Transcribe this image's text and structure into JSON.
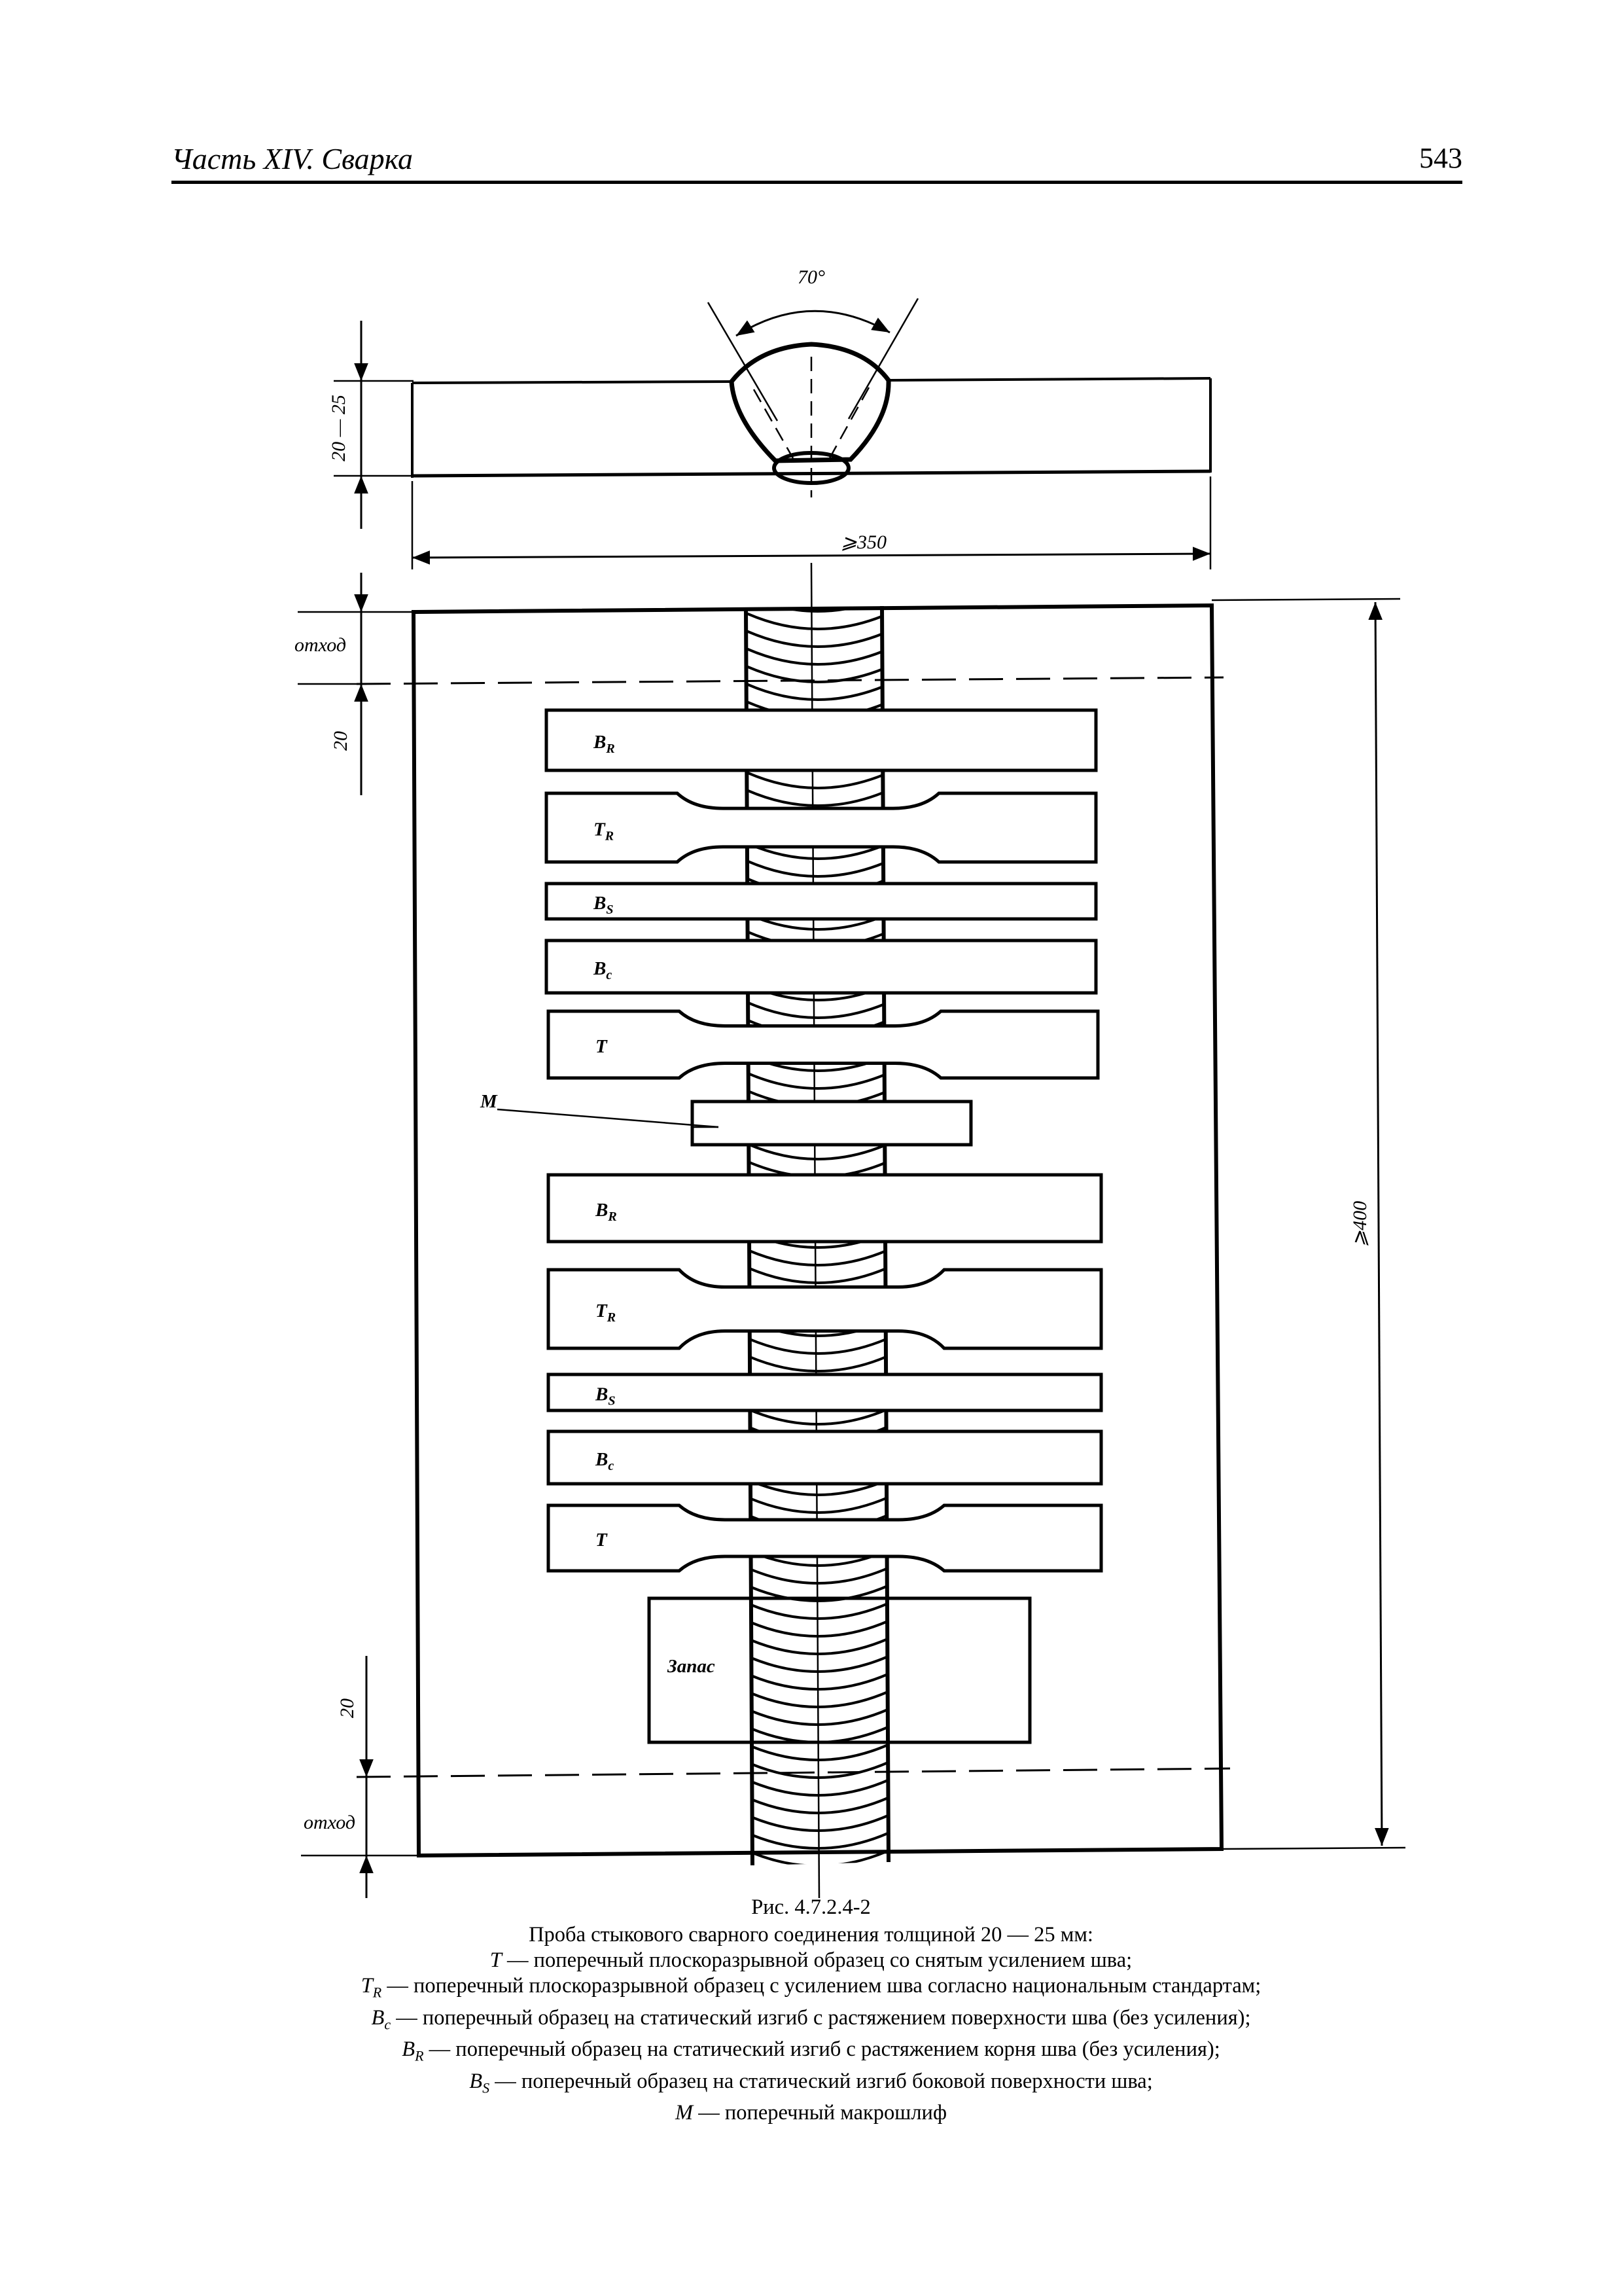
{
  "header": {
    "title": "Часть XIV. Сварка",
    "page_number": "543"
  },
  "drawing": {
    "angle": "70°",
    "thickness": "20 — 25",
    "width": "⩾350",
    "length": "⩾400",
    "waste_label": "отход",
    "margin": "20",
    "macro_label": "M",
    "reserve_label": "Запас",
    "specimens": [
      {
        "base": "B",
        "sub": "R"
      },
      {
        "base": "T",
        "sub": "R"
      },
      {
        "base": "B",
        "sub": "S"
      },
      {
        "base": "B",
        "sub": "c"
      },
      {
        "base": "T",
        "sub": ""
      },
      {
        "base": "B",
        "sub": "R"
      },
      {
        "base": "T",
        "sub": "R"
      },
      {
        "base": "B",
        "sub": "S"
      },
      {
        "base": "B",
        "sub": "c"
      },
      {
        "base": "T",
        "sub": ""
      }
    ]
  },
  "caption": {
    "figure": "Рис. 4.7.2.4-2",
    "title": "Проба стыкового сварного соединения толщиной 20 — 25 мм:",
    "legend": [
      {
        "sym": "T",
        "sub": "",
        "text": " — поперечный плоскоразрывной образец со снятым усилением шва;"
      },
      {
        "sym": "T",
        "sub": "R",
        "text": " — поперечный плоскоразрывной образец с усилением шва согласно национальным стандартам;"
      },
      {
        "sym": "B",
        "sub": "c",
        "text": " — поперечный образец на статический изгиб с растяжением поверхности шва (без усиления);"
      },
      {
        "sym": "B",
        "sub": "R",
        "text": " — поперечный образец на статический изгиб с растяжением корня шва (без усиления);"
      },
      {
        "sym": "B",
        "sub": "S",
        "text": " — поперечный образец на статический изгиб боковой поверхности шва;"
      },
      {
        "sym": "M",
        "sub": "",
        "text": " — поперечный макрошлиф"
      }
    ]
  }
}
